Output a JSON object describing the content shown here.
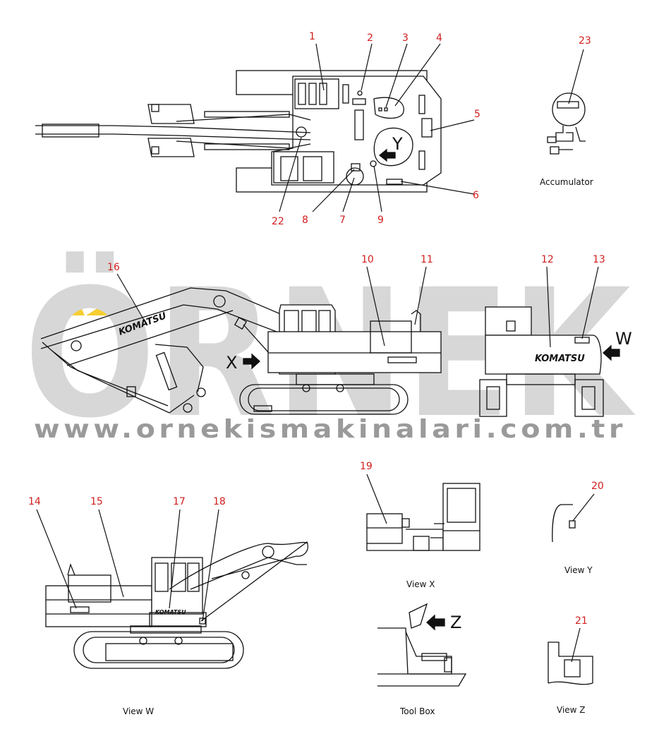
{
  "watermark": {
    "brand": "ÖRNEK",
    "url": "www.ornekismakinalari.com.tr"
  },
  "brand_label": "KOMATSU",
  "captions": {
    "accumulator": "Accumulator",
    "view_x": "View X",
    "view_y": "View Y",
    "view_w": "View W",
    "view_z": "View Z",
    "tool_box": "Tool Box"
  },
  "arrow_letters": {
    "x": "X",
    "y": "Y",
    "w": "W",
    "z": "Z"
  },
  "callouts": [
    "1",
    "2",
    "3",
    "4",
    "5",
    "6",
    "7",
    "8",
    "9",
    "10",
    "11",
    "12",
    "13",
    "14",
    "15",
    "16",
    "17",
    "18",
    "19",
    "20",
    "21",
    "22",
    "23"
  ],
  "colors": {
    "callout": "#d21e1e",
    "line": "#111111",
    "watermark": "#d7d7d7",
    "watermark_accent": "#f2c200"
  }
}
